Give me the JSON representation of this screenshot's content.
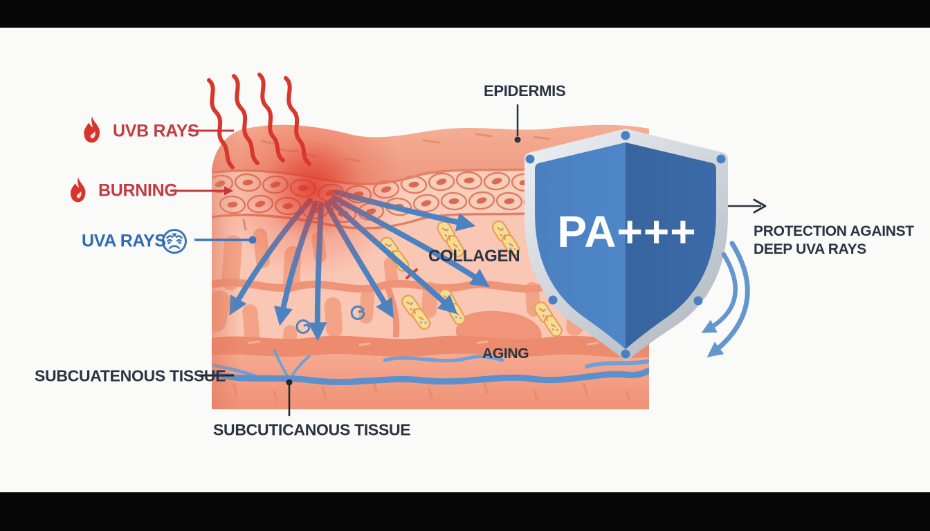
{
  "meta": {
    "title": "PA+++ sunscreen skin protection diagram"
  },
  "canvas": {
    "background": "#FAFAF8",
    "letterbox": "#060606"
  },
  "labels": {
    "uvb_rays": "UVB RAYS",
    "burning": "BURNING",
    "uva_rays": "UVA RAYS",
    "epidermis": "EPIDERMIS",
    "collagen": "COLLAGEN",
    "aging": "AGING",
    "subcutaneous_left": "SUBCUATENOUS TISSUE",
    "subcutaneous_bottom": "SUBCUTICANOUS TISSUE",
    "protection_line1": "PROTECTION AGAINST",
    "protection_line2": "DEEP UVA RAYS"
  },
  "shield": {
    "label": "PA+++",
    "label_color": "#FFFFFF",
    "fill_left": "#4B80C0",
    "fill_right": "#38659F",
    "rim": "#C9CFD6",
    "dot_color": "#4880C4"
  },
  "colors": {
    "label_navy": "#2A3342",
    "label_red": "#C43B43",
    "label_blue": "#2E6BB2",
    "ray_red": "#D8372E",
    "arrow_blue": "#4D82C0",
    "vessel_blue": "#5B90CC",
    "skin_light": "#FAC7B4",
    "skin_surface": "#F2A48C",
    "skin_deep_band": "#EC8B6D",
    "burn_red": "#E04234",
    "collagen_yellow": "#F8DC92"
  },
  "icons": {
    "uvb": "flame-icon",
    "burning": "flame-icon",
    "uva": "sad-face-icon"
  }
}
